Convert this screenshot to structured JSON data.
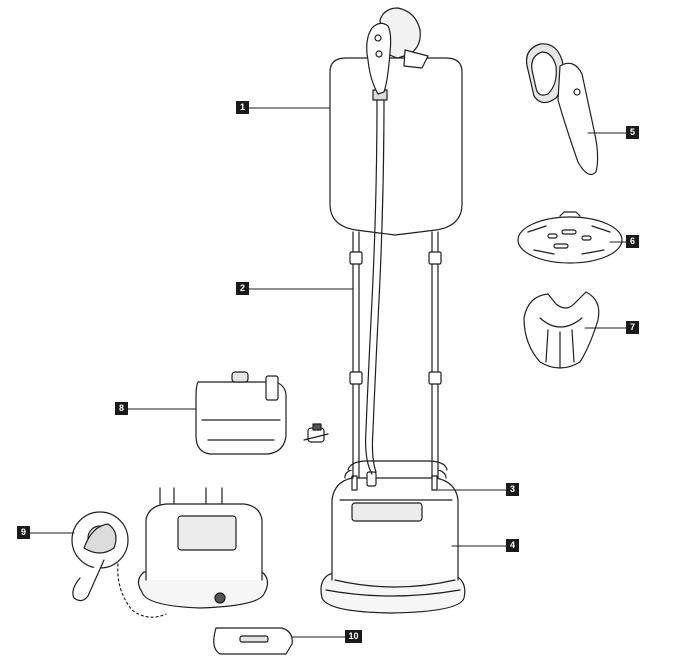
{
  "header": {
    "text": ""
  },
  "labels": [
    "1",
    "2",
    "3",
    "4",
    "5",
    "6",
    "7",
    "8",
    "9",
    "10"
  ],
  "colors": {
    "line": "#1e1e1e",
    "fill": "#ffffff",
    "shade": "#e8e8e8",
    "dark": "#555555",
    "label_bg": "#1a1a1a",
    "label_fg": "#ffffff"
  }
}
